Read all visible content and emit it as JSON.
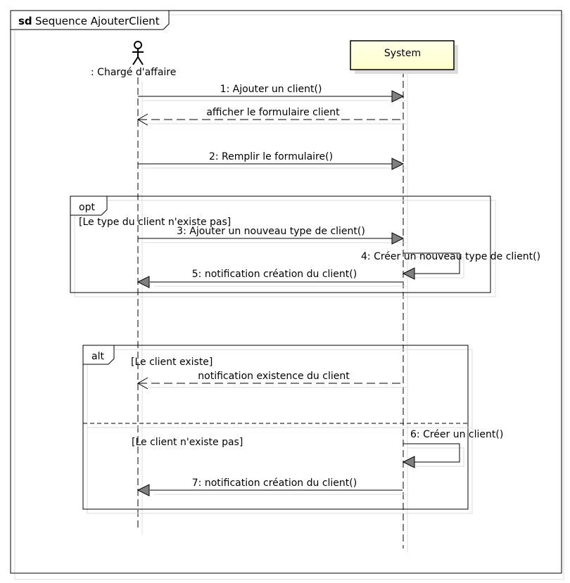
{
  "frame": {
    "keyword": "sd",
    "name": "Sequence AjouterClient"
  },
  "lifelines": {
    "actor": {
      "label": ": Chargé d'affaire"
    },
    "system": {
      "label": "System",
      "fill": "#ffffcc",
      "fill_top": "#ffffe8"
    }
  },
  "messages": {
    "m1": "1: Ajouter un client()",
    "r1": "afficher le formulaire client",
    "m2": "2: Remplir le formulaire()",
    "m3": "3: Ajouter un nouveau type de client()",
    "m4": "4: Créer un nouveau type de client()",
    "m5": "5: notification création du client()",
    "r_exist": "notification existence du client",
    "m6": "6: Créer un client()",
    "m7": "7: notification création du client()"
  },
  "fragments": {
    "opt": {
      "operator": "opt",
      "guard": "[Le type du client n'existe pas]"
    },
    "alt": {
      "operator": "alt",
      "guard1": "[Le client existe]",
      "guard2": "[Le client n'existe pas]"
    }
  },
  "colors": {
    "line": "#000000",
    "shadow": "#dcdcdc",
    "arrowhead": "#808080"
  }
}
